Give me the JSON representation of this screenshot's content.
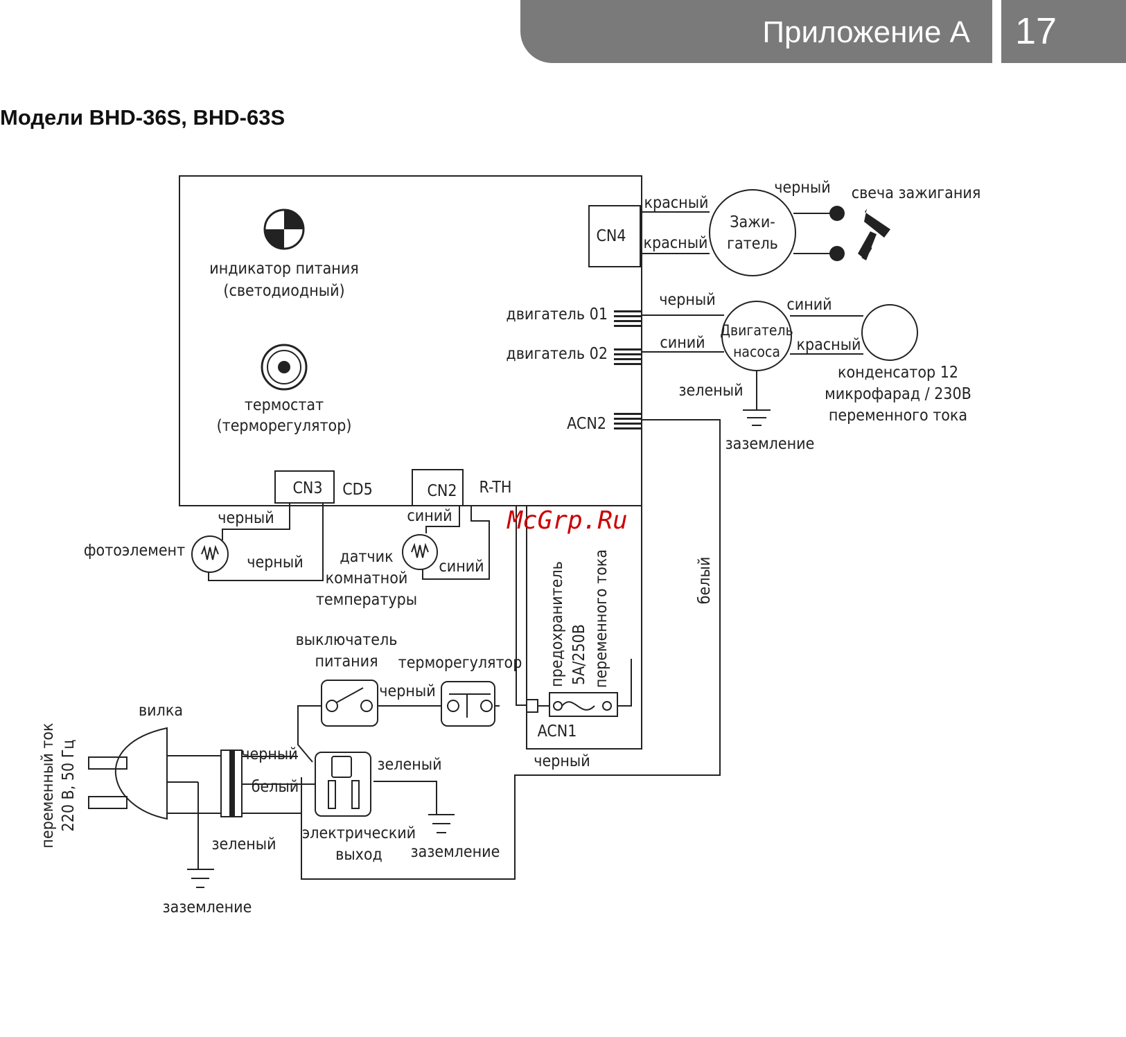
{
  "header": {
    "title": "Приложение А",
    "page_number": "17",
    "bg_color": "#7a7a7a"
  },
  "heading": "Модели BHD-36S, BHD-63S",
  "watermark": "McGrp.Ru",
  "labels": {
    "power_indicator_1": "индикатор питания",
    "power_indicator_2": "(светодиодный)",
    "thermostat_1": "термостат",
    "thermostat_2": "(терморегулятор)",
    "cn4": "CN4",
    "red_1": "красный",
    "red_2": "красный",
    "igniter_1": "Зажи-",
    "igniter_2": "гатель",
    "black_spark": "черный",
    "spark_plug": "свеча зажигания",
    "motor01": "двигатель 01",
    "motor02": "двигатель 02",
    "black_motor": "черный",
    "blue_motor": "синий",
    "blue_cap": "синий",
    "red_cap": "красный",
    "pump_motor_1": "Двигатель",
    "pump_motor_2": "насоса",
    "green_pump": "зеленый",
    "ground_pump": "заземление",
    "capacitor_1": "конденсатор 12",
    "capacitor_2": "микрофарад / 230В",
    "capacitor_3": "переменного тока",
    "acn2": "ACN2",
    "cn3": "CN3",
    "cd5": "CD5",
    "cn2": "CN2",
    "rth": "R-TH",
    "black_photo_1": "черный",
    "black_photo_2": "черный",
    "photocell": "фотоэлемент",
    "blue_sensor_1": "синий",
    "blue_sensor_2": "синий",
    "sensor_1": "датчик",
    "sensor_2": "комнатной",
    "sensor_3": "температуры",
    "white_v": "белый",
    "fuse_1": "предохранитель",
    "fuse_2": "5А/250В",
    "fuse_3": "переменного тока",
    "acn1": "ACN1",
    "switch_1": "выключатель",
    "switch_2": "питания",
    "thermoregulator": "терморегулятор",
    "black_switch": "черный",
    "plug": "вилка",
    "ac_1": "переменный ток",
    "ac_2": "220 В, 50 Гц",
    "black_plug": "черный",
    "white_plug": "белый",
    "green_plug": "зеленый",
    "ground_plug": "заземление",
    "outlet_1": "электрический",
    "outlet_2": "выход",
    "green_outlet": "зеленый",
    "ground_outlet": "заземление",
    "black_bottom": "черный"
  }
}
